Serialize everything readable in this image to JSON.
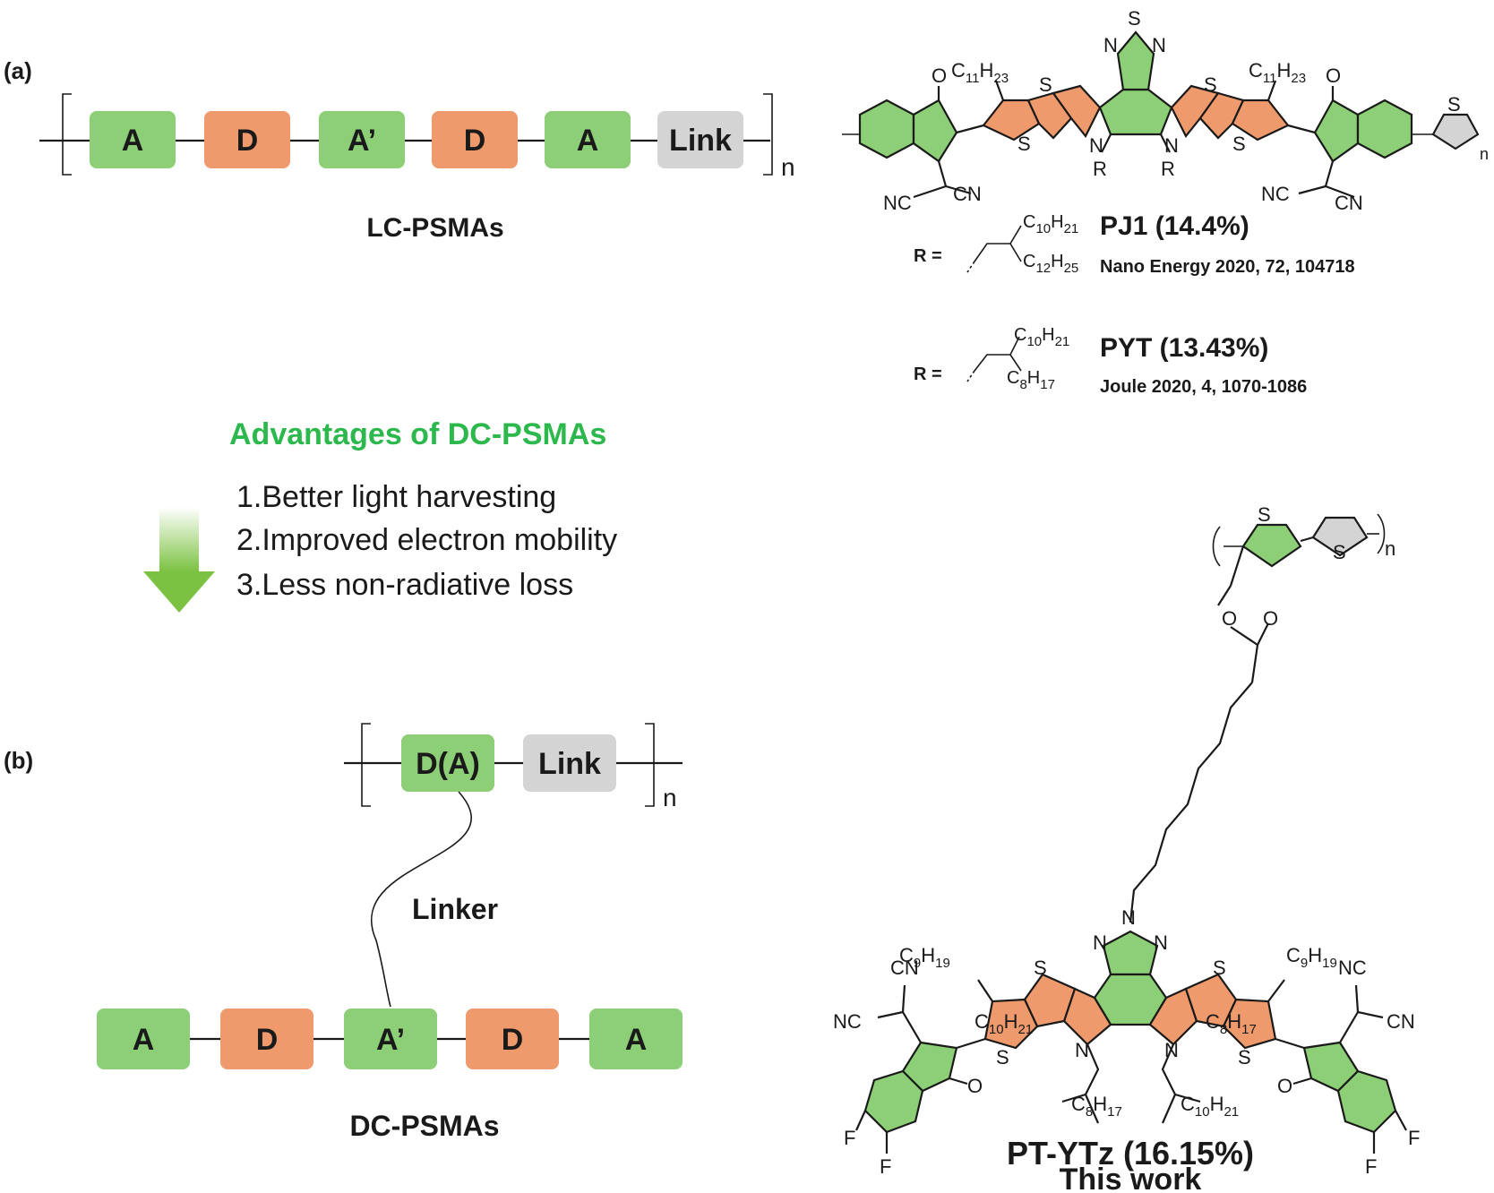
{
  "panel_a": {
    "label": "(a)",
    "blocks": [
      "A",
      "D",
      "A’",
      "D",
      "A",
      "Link"
    ],
    "repeat_n": "n",
    "caption": "LC-PSMAs",
    "molecule": {
      "c11h23_left": "C",
      "c11h23_left_sub1": "11",
      "c11h23_left_h": "H",
      "c11h23_left_sub2": "23",
      "c11h23_right": "C",
      "c11h23_right_sub1": "11",
      "c11h23_right_h": "H",
      "c11h23_right_sub2": "23",
      "S": "S",
      "N": "N",
      "R": "R",
      "O": "O",
      "NC": "NC",
      "CN": "CN",
      "n": "n"
    },
    "r_label": "R =",
    "pj1": {
      "name": "PJ1 (14.4%)",
      "ref": "Nano Energy 2020, 72, 104718",
      "top_c": "C",
      "top_sub1": "10",
      "top_h": "H",
      "top_sub2": "21",
      "bot_c": "C",
      "bot_sub1": "12",
      "bot_h": "H",
      "bot_sub2": "25"
    },
    "pyt": {
      "name": "PYT (13.43%)",
      "ref": "Joule 2020, 4, 1070-1086",
      "top_c": "C",
      "top_sub1": "10",
      "top_h": "H",
      "top_sub2": "21",
      "bot_c": "C",
      "bot_sub1": "8",
      "bot_h": "H",
      "bot_sub2": "17"
    }
  },
  "advantages": {
    "title": "Advantages of DC-PSMAs",
    "items": [
      "1.Better light harvesting",
      "2.Improved electron mobility",
      "3.Less non-radiative loss"
    ],
    "title_color": "#2db84d"
  },
  "panel_b": {
    "label": "(b)",
    "polymer_blocks": [
      "D(A)",
      "Link"
    ],
    "repeat_n": "n",
    "linker_label": "Linker",
    "small_blocks": [
      "A",
      "D",
      "A’",
      "D",
      "A"
    ],
    "caption": "DC-PSMAs",
    "molecule": {
      "name": "PT-YTz (16.15%)",
      "subtitle": "This work",
      "S": "S",
      "N": "N",
      "O": "O",
      "F": "F",
      "NC": "NC",
      "CN": "CN",
      "n": "n",
      "c9h19": "C",
      "c9h19_sub1": "9",
      "c9h19_h": "H",
      "c9h19_sub2": "19",
      "c10h21": "C",
      "c10h21_sub1": "10",
      "c10h21_h": "H",
      "c10h21_sub2": "21",
      "c8h17": "C",
      "c8h17_sub1": "8",
      "c8h17_h": "H",
      "c8h17_sub2": "17"
    }
  },
  "colors": {
    "acceptor_green": "#8dcf76",
    "donor_orange": "#ef9a6c",
    "link_grey": "#d4d4d4",
    "arrow_green": "#7cc242"
  }
}
